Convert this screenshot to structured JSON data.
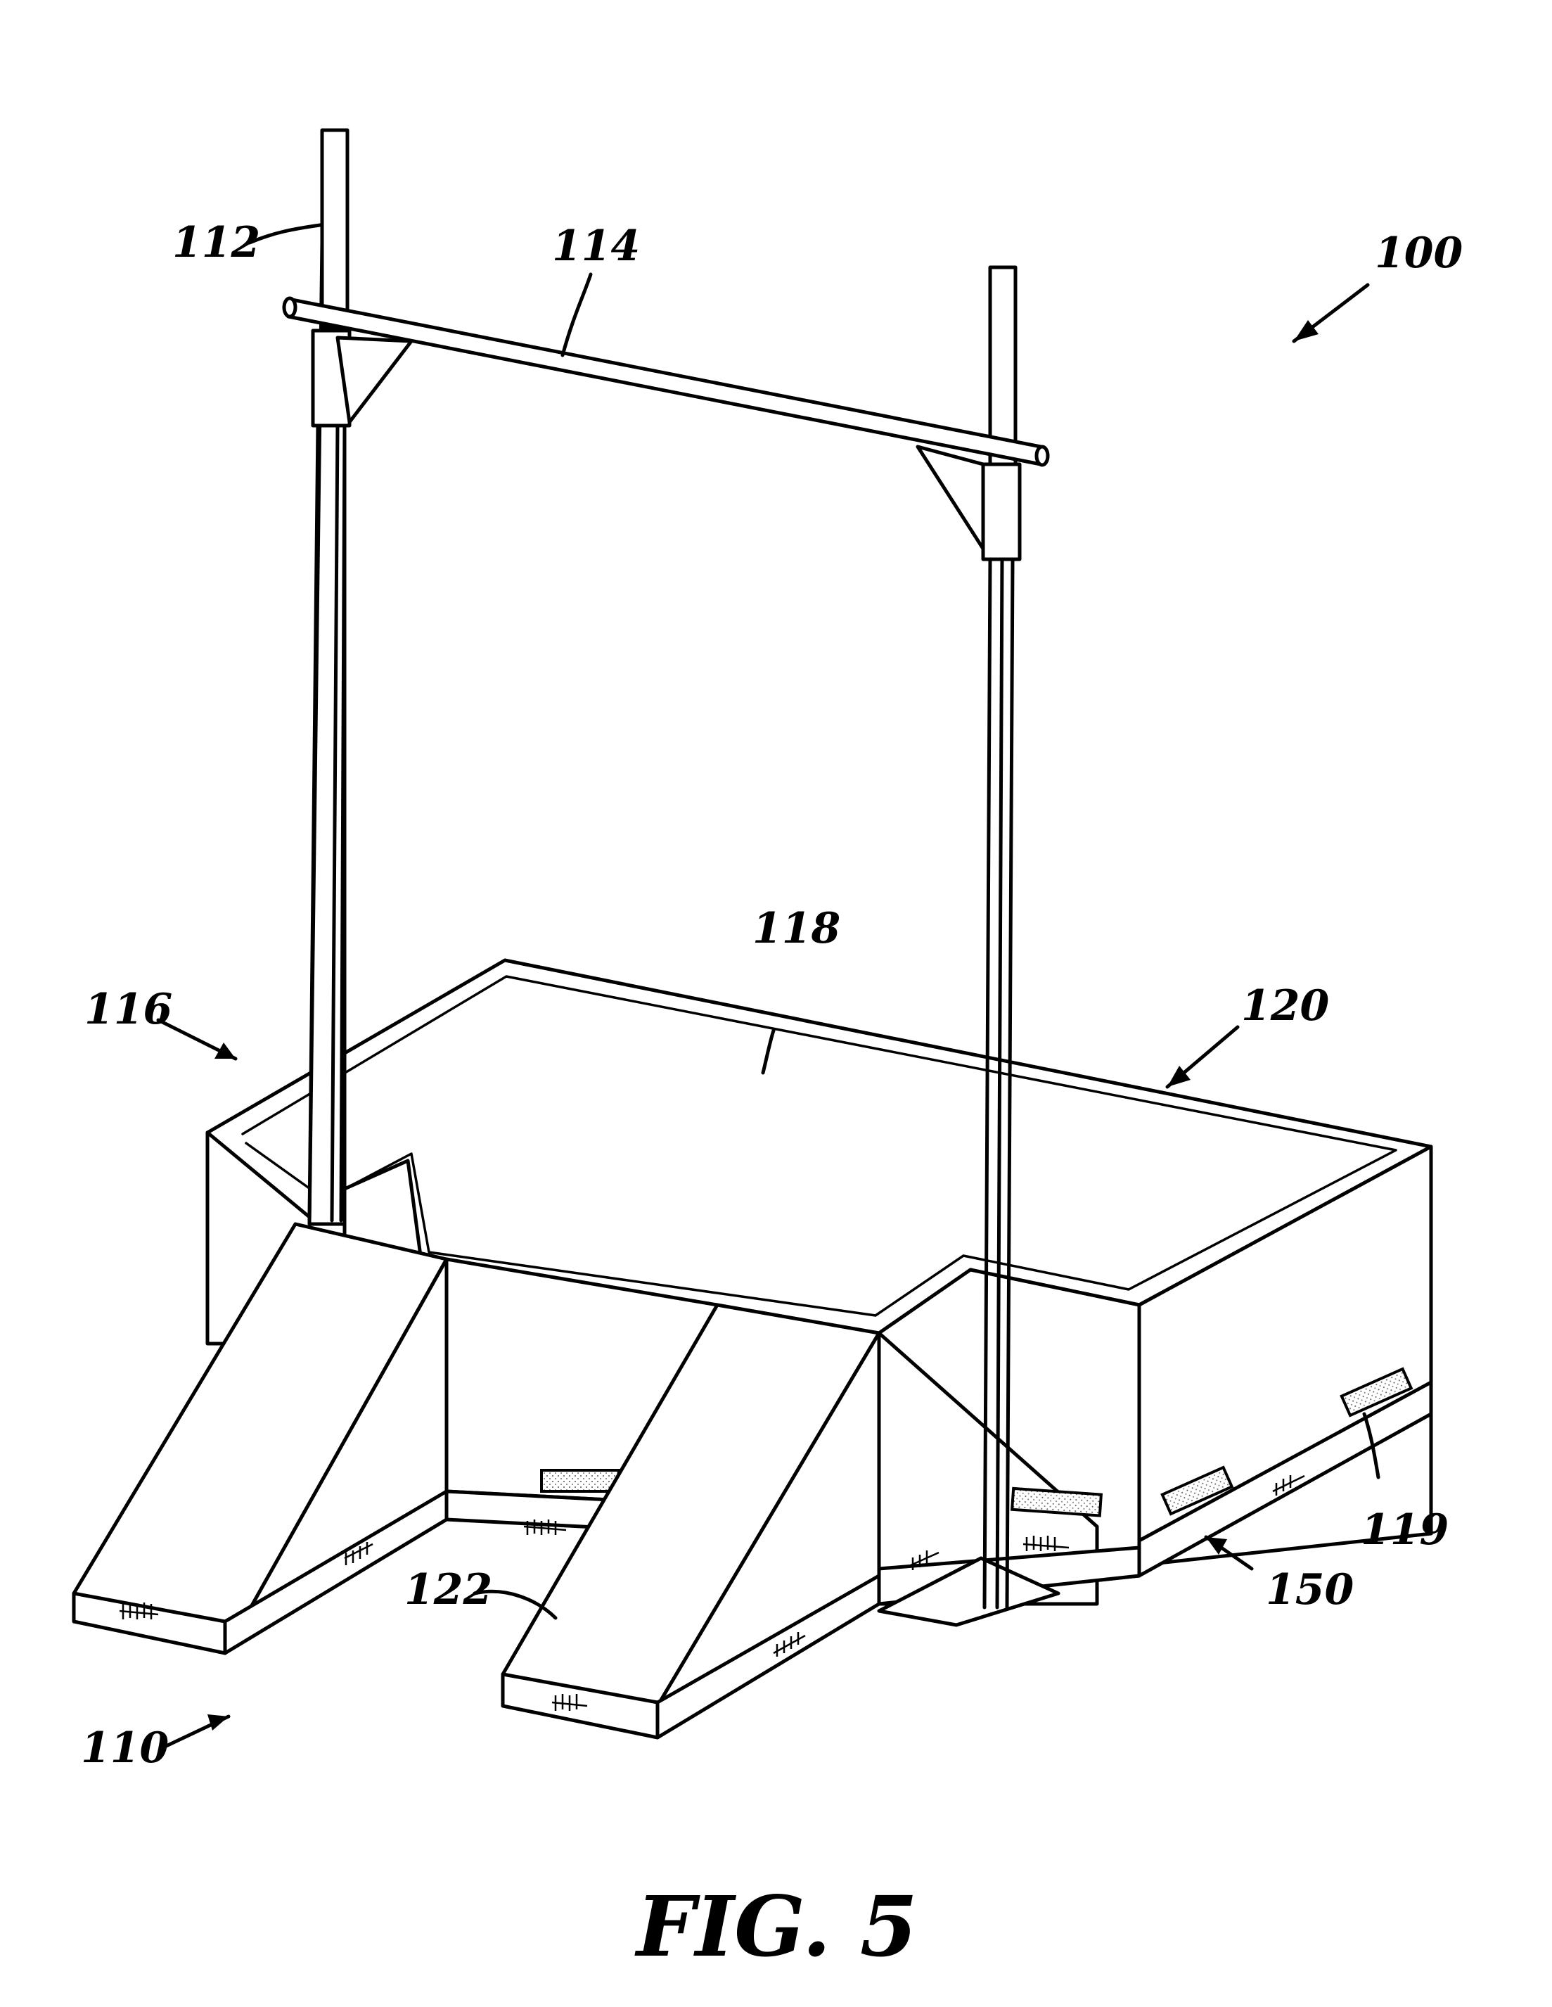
{
  "figure": {
    "caption": "FIG. 5",
    "labels": {
      "assembly": "100",
      "base": "110",
      "upright": "112",
      "crossbar": "114",
      "side_left": "116",
      "top_surface": "118",
      "side_right": "120",
      "pad": "119",
      "ramp": "122",
      "bottom": "150"
    }
  }
}
